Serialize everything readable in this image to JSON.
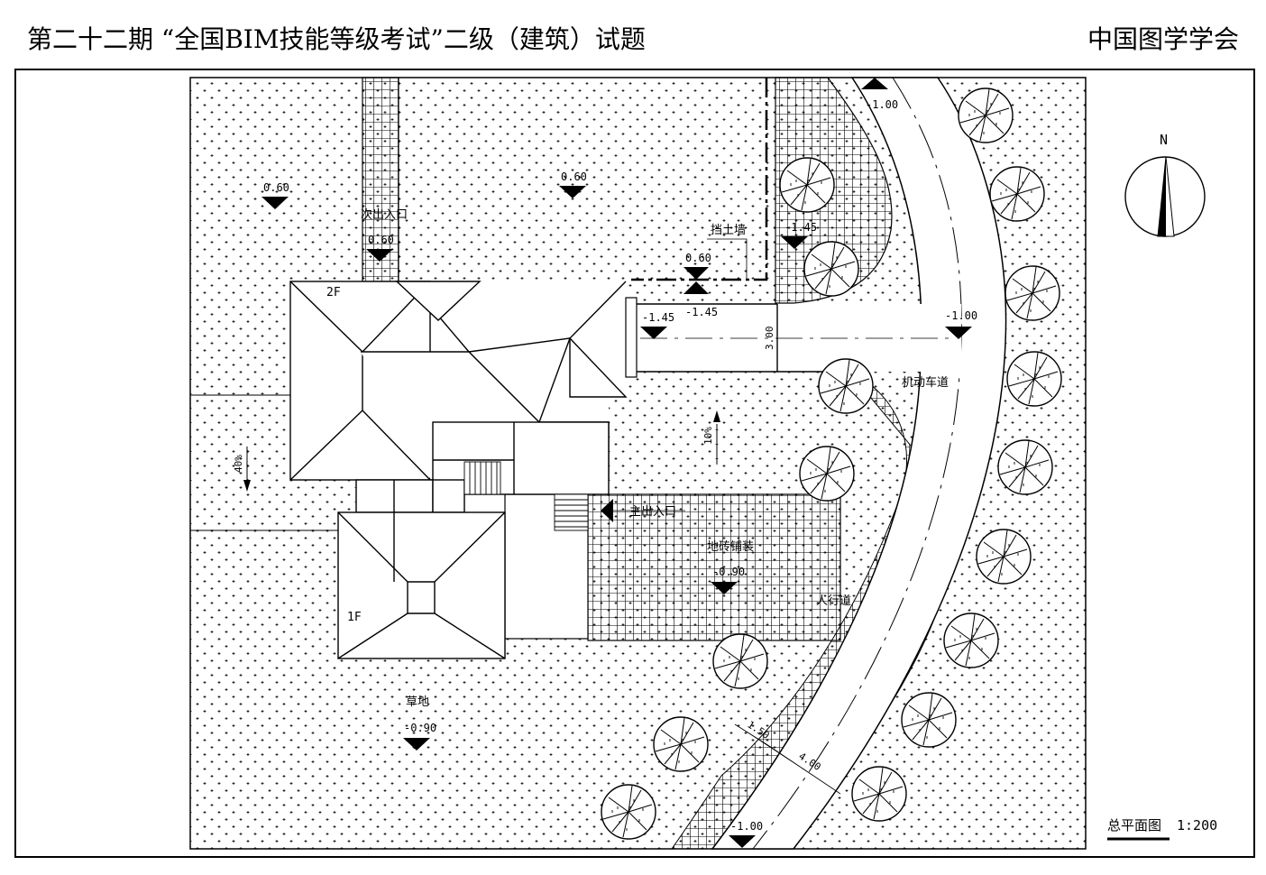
{
  "header": {
    "title": "第二十二期 “全国BIM技能等级考试”二级（建筑）试题",
    "organization": "中国图学学会"
  },
  "plan": {
    "north_label": "N",
    "caption": "总平面图",
    "scale": "1:200",
    "floors": {
      "upper": "2F",
      "lower": "1F"
    },
    "entrances": {
      "secondary": "次出入口",
      "main": "主出入口"
    },
    "labels": {
      "retaining_wall": "挡土墙",
      "driveway": "机动车道",
      "paving": "地砖铺装",
      "sidewalk": "人行道",
      "lawn": "草地"
    },
    "elevations": {
      "lawn_west": "0.60",
      "lawn_north": "0.60",
      "secondary_entrance": "0.60",
      "wall_top": "0.60",
      "wall_base": "-1.45",
      "garage_front": "-1.45",
      "east_lawn": "-1.45",
      "road_north": "-1.00",
      "road_junction": "-1.00",
      "road_south": "-1.00",
      "paving": "-0.90",
      "lawn_south": "-0.90"
    },
    "slopes": {
      "west": "40%",
      "center": "10%"
    },
    "dimensions": {
      "drive_width": "3.00",
      "sidewalk_width": "1.50",
      "road_width": "4.00"
    }
  }
}
